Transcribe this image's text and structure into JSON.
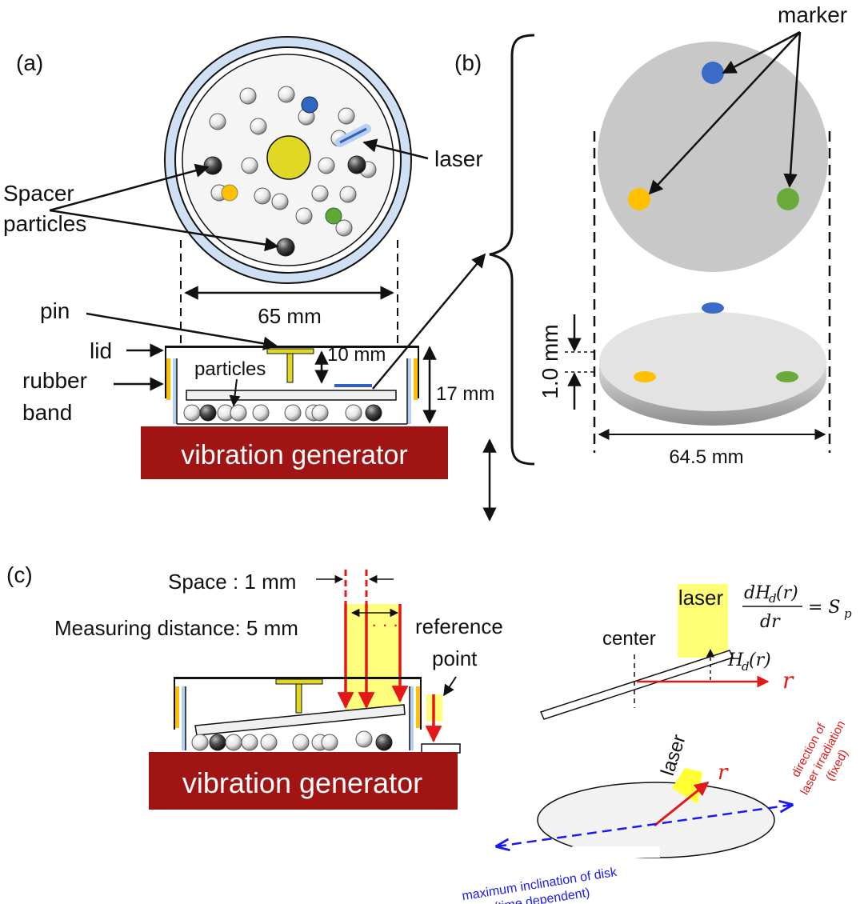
{
  "panel_a": {
    "label": "(a)",
    "laser": "laser",
    "spacer_line1": "Spacer",
    "spacer_line2": "particles",
    "dim_65": "65 mm",
    "pin": "pin",
    "lid": "lid",
    "rubber_line1": "rubber",
    "rubber_line2": "band",
    "particles": "particles",
    "dim_10": "10 mm",
    "dim_17": "17 mm",
    "generator": "vibration generator"
  },
  "panel_b": {
    "label": "(b)",
    "marker": "marker",
    "thickness": "1.0 mm",
    "diameter": "64.5 mm"
  },
  "panel_c": {
    "label": "(c)",
    "space": "Space : 1 mm",
    "measuring": "Measuring distance: 5 mm",
    "dots": "· · ·",
    "reference_line1": "reference",
    "reference_line2": "point",
    "generator": "vibration generator",
    "laser": "laser",
    "center": "center",
    "eq_numerator": "dH",
    "eq_num_sub": "d",
    "eq_num_tail": "(r)",
    "eq_denominator": "dr",
    "eq_equals": "= S",
    "eq_sub_p": "p",
    "hd": "H",
    "hd_sub": "d",
    "hd_tail": "(r)",
    "r": "r",
    "laser2": "laser",
    "r2": "r",
    "dir_line1": "direction of",
    "dir_line2": "laser irradiation",
    "dir_line3": "(fixed)",
    "incl_line1": "maximum inclination of disk",
    "incl_line2": "(time dependent)"
  },
  "colors": {
    "blue_marker": "#3a6cc7",
    "yellow_marker": "#ffc000",
    "green_marker": "#6aaa3a",
    "generator": "#a01414",
    "laser_yellow": "#ffff66",
    "red": "#e31818",
    "dashed_blue": "#1a1aee"
  }
}
